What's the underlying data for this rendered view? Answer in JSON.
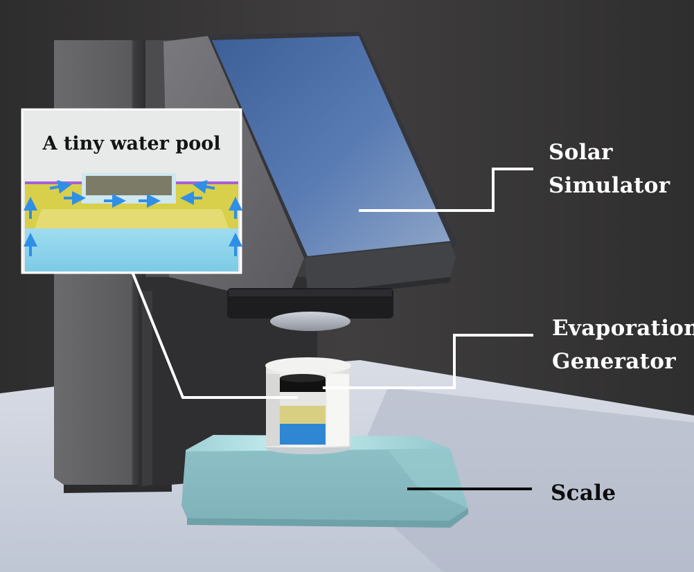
{
  "inset": {
    "title": "A tiny water pool"
  },
  "labels": {
    "solar_simulator": [
      "Solar",
      "Simulator"
    ],
    "evaporation_generator": [
      "Evaporation",
      "Generator"
    ],
    "scale": "Scale"
  },
  "colors": {
    "wall": "#3a3839",
    "floor": "#c9cfdc",
    "tower": "#58585a",
    "tower_front": "#434244",
    "panel": "#4f6fa3",
    "panel_frame": "#35363b",
    "scale_body": "#8fc3c9",
    "scale_top": "#a4d6da",
    "cup_wall": "#efefee",
    "absorber": "#111111",
    "foam": "#d9cf82",
    "water": "#2f86d3",
    "inset_bg": "#e8e9e9",
    "inset_yellow": "#d8cf4b",
    "inset_water": "#8dd5ec",
    "inset_membrane": "#a561d6",
    "inset_arrow": "#2f8fe6"
  }
}
